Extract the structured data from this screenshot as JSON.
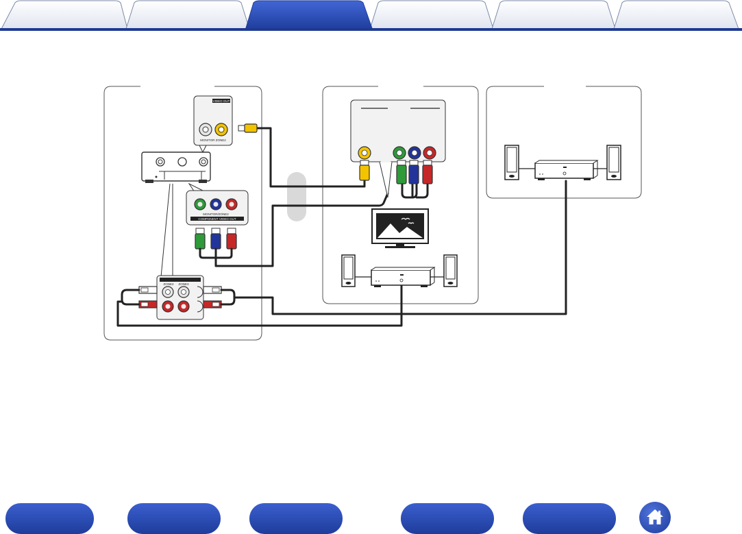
{
  "tabs": [
    {
      "id": "tab-1",
      "active": false
    },
    {
      "id": "tab-2",
      "active": false
    },
    {
      "id": "tab-3",
      "active": true
    },
    {
      "id": "tab-4",
      "active": false
    },
    {
      "id": "tab-5",
      "active": false
    },
    {
      "id": "tab-6",
      "active": false
    }
  ],
  "receiver_panel": {
    "video_out_label": "VIDEO OUT",
    "video_jack_labels": "MONITOR  ZONE2",
    "component_label": "MONITOR/ZONE2",
    "component_sub_label": "COMPONENT VIDEO OUT",
    "audio_labels": [
      "ZONE2",
      "ZONE3"
    ]
  },
  "colors": {
    "accent": "#1f3a93",
    "video_yellow": "#f3c300",
    "component_green": "#2f9a3a",
    "component_blue": "#22349b",
    "component_red": "#c62828",
    "audio_red": "#c62828",
    "audio_white": "#ffffff",
    "panel_border": "#555555",
    "divider_grey": "#d9d9d9"
  },
  "icons": {
    "home": "home-icon"
  },
  "bottom_nav": [
    {
      "id": "nav-1"
    },
    {
      "id": "nav-2"
    },
    {
      "id": "nav-3"
    },
    {
      "id": "nav-4"
    },
    {
      "id": "nav-5"
    }
  ]
}
